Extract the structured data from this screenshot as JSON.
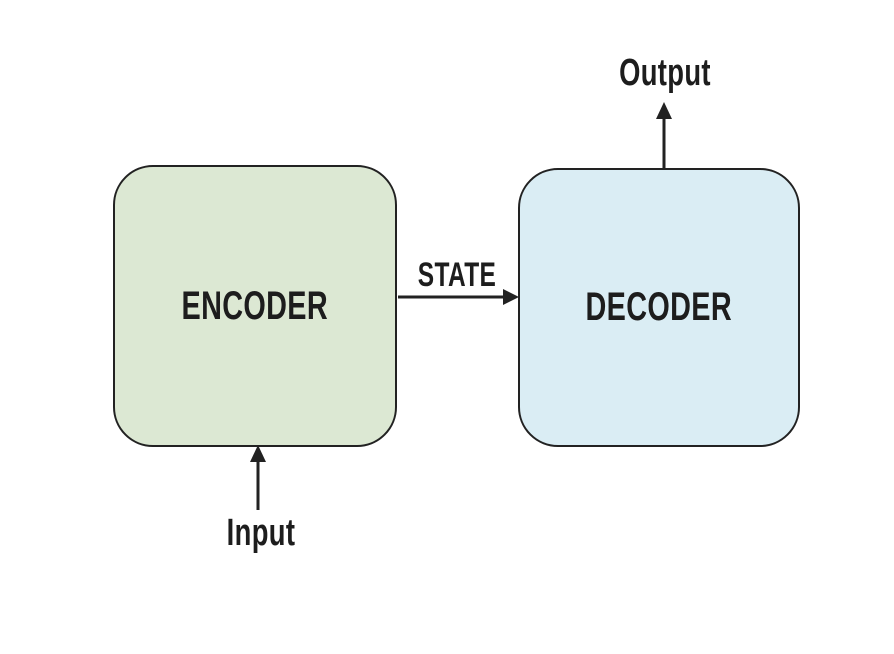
{
  "diagram": {
    "background_color": "#ffffff",
    "stroke_color": "#222222",
    "text_color": "#1d1d1d",
    "nodes": [
      {
        "id": "encoder",
        "label": "ENCODER",
        "fill": "#dce8d3"
      },
      {
        "id": "decoder",
        "label": "DECODER",
        "fill": "#daedf4"
      }
    ],
    "edges": [
      {
        "id": "state",
        "label": "STATE",
        "from": "encoder",
        "to": "decoder",
        "direction": "right"
      },
      {
        "id": "input",
        "label": "Input",
        "from": "outside",
        "to": "encoder",
        "direction": "up"
      },
      {
        "id": "output",
        "label": "Output",
        "from": "decoder",
        "to": "outside",
        "direction": "up"
      }
    ]
  }
}
